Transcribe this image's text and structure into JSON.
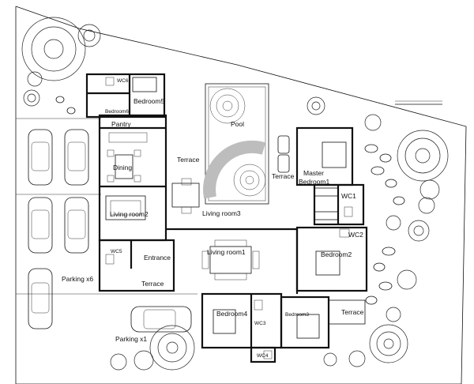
{
  "rooms": {
    "wc6": "WC6",
    "bedroom5": "Bedroom5",
    "bedroom6": "Bedroom6",
    "pantry": "Pantry",
    "dining": "Dining",
    "living_room2": "Living room2",
    "terrace_left": "Terrace",
    "pool": "Pool",
    "terrace_right": "Terrace",
    "living_room3": "Living room3",
    "master_bedroom_line1": "Master",
    "master_bedroom_line2": "Bedroom1",
    "wc1": "WC1",
    "wc2": "WC2",
    "wc5": "WC5",
    "entrance": "Entrance",
    "living_room1": "Living room1",
    "bedroom2": "Bedroom2",
    "terrace_entrance": "Terrace",
    "bedroom4": "Bedroom4",
    "wc3": "WC3",
    "bedroom3": "Bedroom3",
    "terrace_bottom_right": "Terrace",
    "wc4": "WC4",
    "parking_x6": "Parking x6",
    "parking_x1": "Parking x1"
  }
}
